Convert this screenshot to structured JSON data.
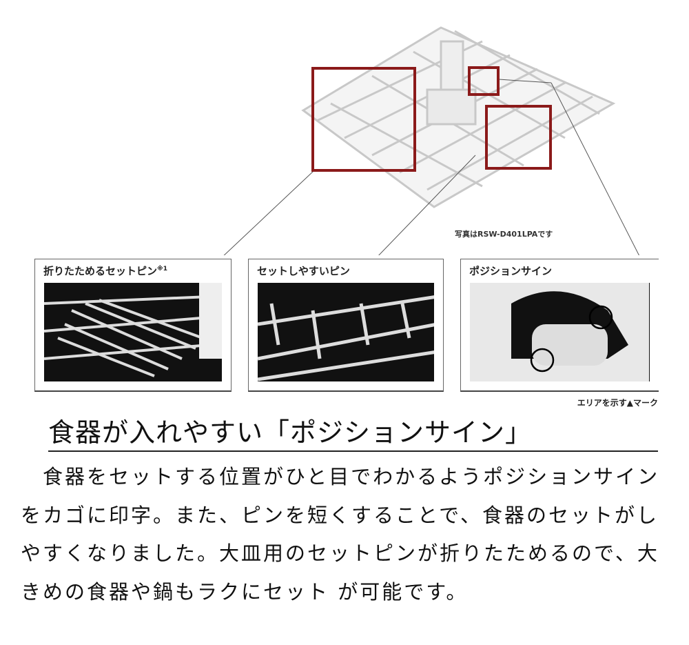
{
  "figure": {
    "caption": "写真はRSW-D401LPAです",
    "highlight_color": "#8b1a1a",
    "panels": [
      {
        "title": "折りたためるセットピン",
        "footnote": "※1"
      },
      {
        "title": "セットしやすいピン"
      },
      {
        "title": "ポジションサイン"
      }
    ],
    "marker_note": "エリアを示す▲マーク"
  },
  "heading": "食器が入れやすい「ポジションサイン」",
  "body": "　食器をセットする位置がひと目でわかるようポジションサインをカゴに印字。また、ピンを短くすることで、食器のセットがしやすくなりました。大皿用のセットピンが折りたためるので、大きめの食器や鍋もラクにセット が可能です。"
}
